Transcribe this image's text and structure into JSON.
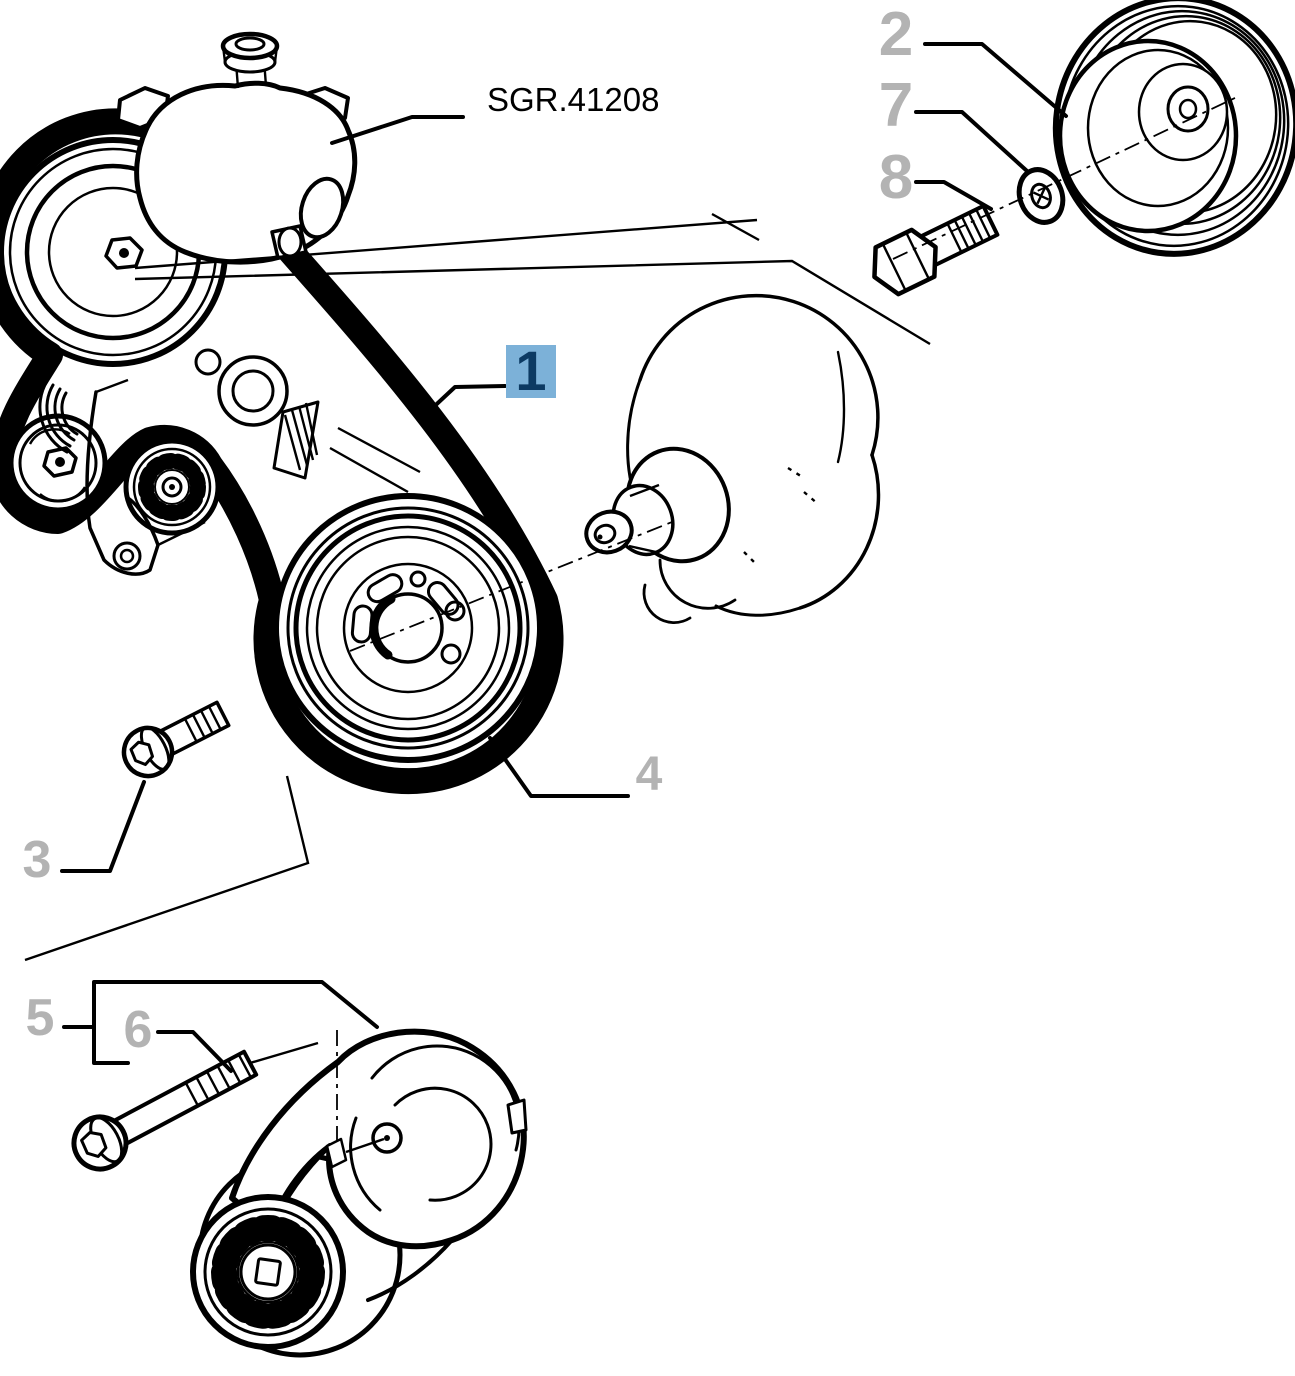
{
  "diagram": {
    "reference_label": "SGR.41208",
    "callouts": [
      {
        "num": "1",
        "highlighted": true
      },
      {
        "num": "2",
        "highlighted": false
      },
      {
        "num": "3",
        "highlighted": false
      },
      {
        "num": "4",
        "highlighted": false
      },
      {
        "num": "5",
        "highlighted": false
      },
      {
        "num": "6",
        "highlighted": false
      },
      {
        "num": "7",
        "highlighted": false
      },
      {
        "num": "8",
        "highlighted": false
      }
    ],
    "colors": {
      "line": "#000000",
      "label_gray": "#b3b3b3",
      "highlight_bg": "#7cb1d8",
      "highlight_fg": "#0c3a63",
      "background": "#ffffff"
    }
  }
}
